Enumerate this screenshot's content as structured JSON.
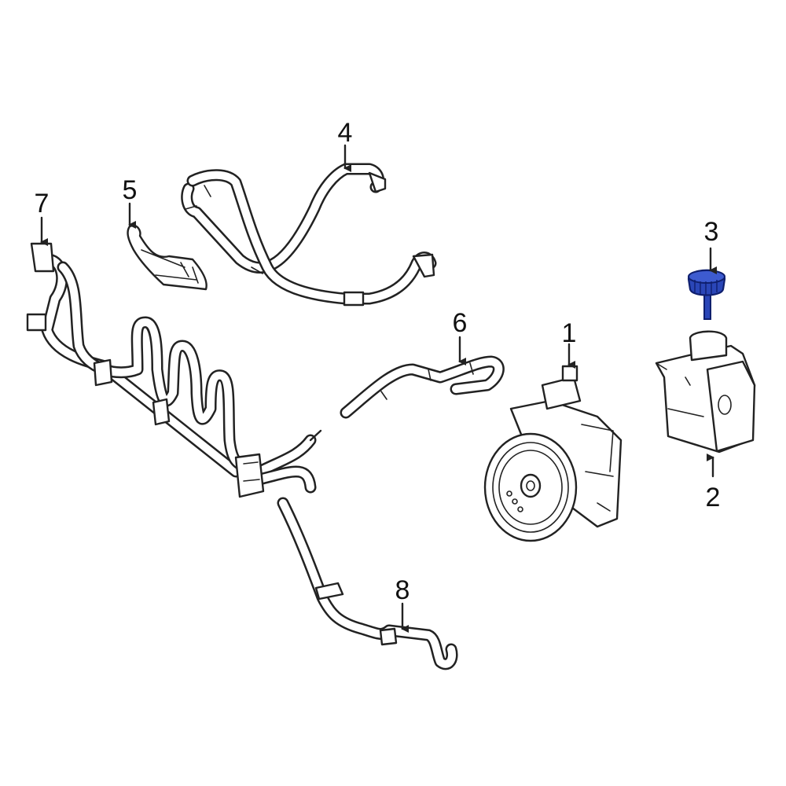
{
  "callouts": [
    {
      "id": "1",
      "text": "1"
    },
    {
      "id": "2",
      "text": "2"
    },
    {
      "id": "3",
      "text": "3"
    },
    {
      "id": "4",
      "text": "4"
    },
    {
      "id": "5",
      "text": "5"
    },
    {
      "id": "6",
      "text": "6"
    },
    {
      "id": "7",
      "text": "7"
    },
    {
      "id": "8",
      "text": "8"
    }
  ],
  "colors": {
    "line": "#222222",
    "highlight_part": "#2a46b8",
    "highlight_dark": "#0f1f6e",
    "background": "#ffffff"
  },
  "highlighted_callout": "3"
}
